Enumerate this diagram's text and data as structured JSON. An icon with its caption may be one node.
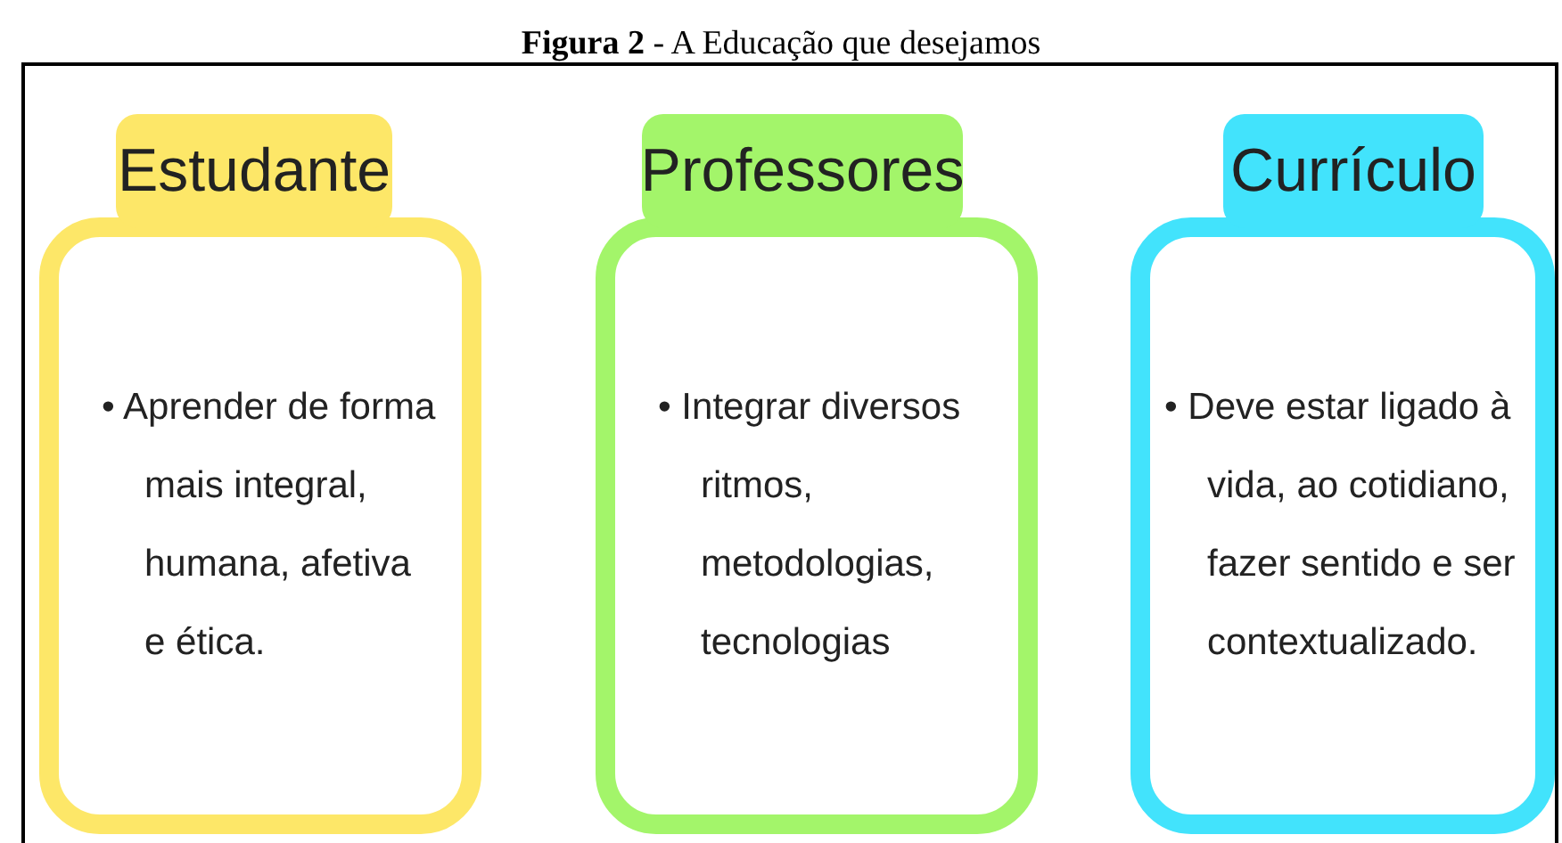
{
  "diagram": {
    "title": "**Figura 2** - A Educação que desejamos",
    "nodes": [
      {
        "text": [
          "Estudante",
          "• Aprender de forma mais integral, humana, afetiva e ética."
        ]
      },
      {
        "text": [
          "Professores",
          "• Integrar diversos ritmos, metodologias, tecnologias"
        ]
      },
      {
        "text": [
          "Currículo",
          "• Deve estar ligado à vida, ao cotidiano, fazer sentido e ser contextualizado."
        ]
      }
    ]
  }
}
